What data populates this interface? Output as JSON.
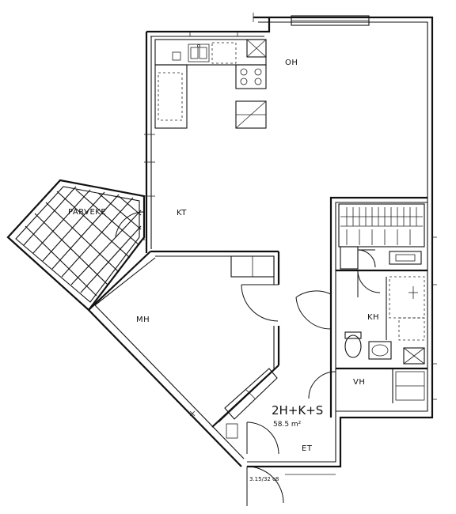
{
  "rooms": {
    "oh": "OH",
    "kt": "KT",
    "mh": "MH",
    "kh": "KH",
    "vh": "VH",
    "et": "ET",
    "parveke": "PARVEKE"
  },
  "summary": {
    "type": "2H+K+S",
    "area": "58.5 m²"
  },
  "drawing_code": "3.15/32 c8"
}
